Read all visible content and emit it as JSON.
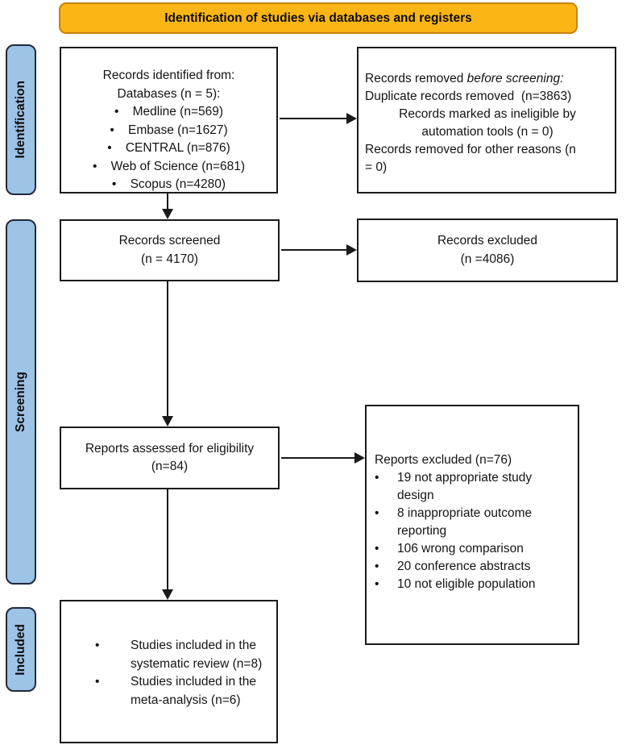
{
  "colors": {
    "banner_fill": "#FBB515",
    "banner_border": "#C5830A",
    "stage_fill": "#9DC3E6",
    "stage_border": "#1F2A3C",
    "line": "#1A1A1A"
  },
  "banner": {
    "label": "Identification of studies via databases and registers"
  },
  "stages": {
    "identification": "Identification",
    "screening": "Screening",
    "included": "Included"
  },
  "boxes": {
    "identified": {
      "heading1": "Records identified from:",
      "heading2": "Databases (n = 5):",
      "bullets": [
        "Medline (n=569)",
        "Embase (n=1627)",
        "CENTRAL (n=876)",
        "Web of Science (n=681)",
        "Scopus (n=4280)"
      ]
    },
    "removed": {
      "line1_prefix": "Records removed ",
      "line1_italic": "before screening:",
      "line2": "Duplicate records removed  (n=3863)",
      "line3": "Records marked as ineligible by",
      "line4": "automation tools (n = 0)",
      "line5": "Records removed for other reasons (n",
      "line6": "= 0)"
    },
    "screened": {
      "line1": "Records screened",
      "line2": "(n = 4170)"
    },
    "records_excluded": {
      "line1": "Records excluded",
      "line2": "(n =4086)"
    },
    "assessed": {
      "line1": "Reports assessed for eligibility",
      "line2": "(n=84)"
    },
    "reports_excluded": {
      "title": "Reports excluded (n=76)",
      "bullets": [
        "19 not appropriate study design",
        "8 inappropriate outcome reporting",
        "106 wrong comparison",
        "20 conference abstracts",
        "10 not eligible population"
      ]
    },
    "included_studies": {
      "bullets": [
        "Studies included in the systematic review (n=8)",
        "Studies included in the meta-analysis (n=6)"
      ]
    }
  }
}
